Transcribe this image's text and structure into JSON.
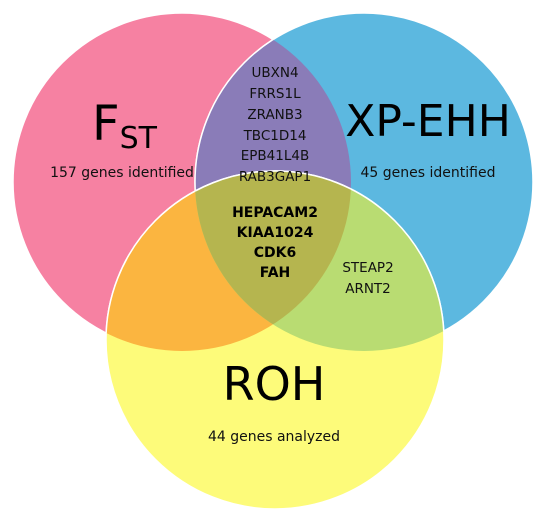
{
  "sets": {
    "fst": {
      "label_main": "F",
      "label_sub": "ST",
      "subtitle": "157 genes identified",
      "color": "#f681a2"
    },
    "xpehh": {
      "label": "XP-EHH",
      "subtitle": "45 genes identified",
      "color": "#5cb8e0"
    },
    "roh": {
      "label": "ROH",
      "subtitle": "44 genes analyzed",
      "color": "#fdfb7a"
    }
  },
  "intersection_colors": {
    "fst_xpehh": "#8a7cb8",
    "fst_roh": "#fbb540",
    "xpehh_roh": "#b9dc72",
    "all": "#b5b54f"
  },
  "regions": {
    "fst_xpehh": [
      "UBXN4",
      "FRRS1L",
      "ZRANB3",
      "TBC1D14",
      "EPB41L4B",
      "RAB3GAP1"
    ],
    "all": [
      "HEPACAM2",
      "KIAA1024",
      "CDK6",
      "FAH"
    ],
    "xpehh_roh": [
      "STEAP2",
      "ARNT2"
    ]
  }
}
